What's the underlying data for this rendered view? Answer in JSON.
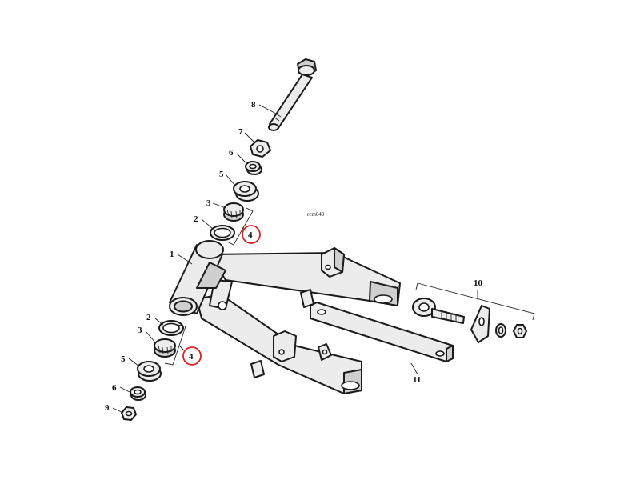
{
  "diagram": {
    "reference_code": "rcm049",
    "callouts": {
      "c1": "1",
      "c2a": "2",
      "c2b": "2",
      "c3a": "3",
      "c3b": "3",
      "c4a": "4",
      "c4b": "4",
      "c5a": "5",
      "c5b": "5",
      "c6a": "6",
      "c6b": "6",
      "c7": "7",
      "c8": "8",
      "c9": "9",
      "c10": "10",
      "c11": "11"
    },
    "highlight_color": "#e02020"
  }
}
